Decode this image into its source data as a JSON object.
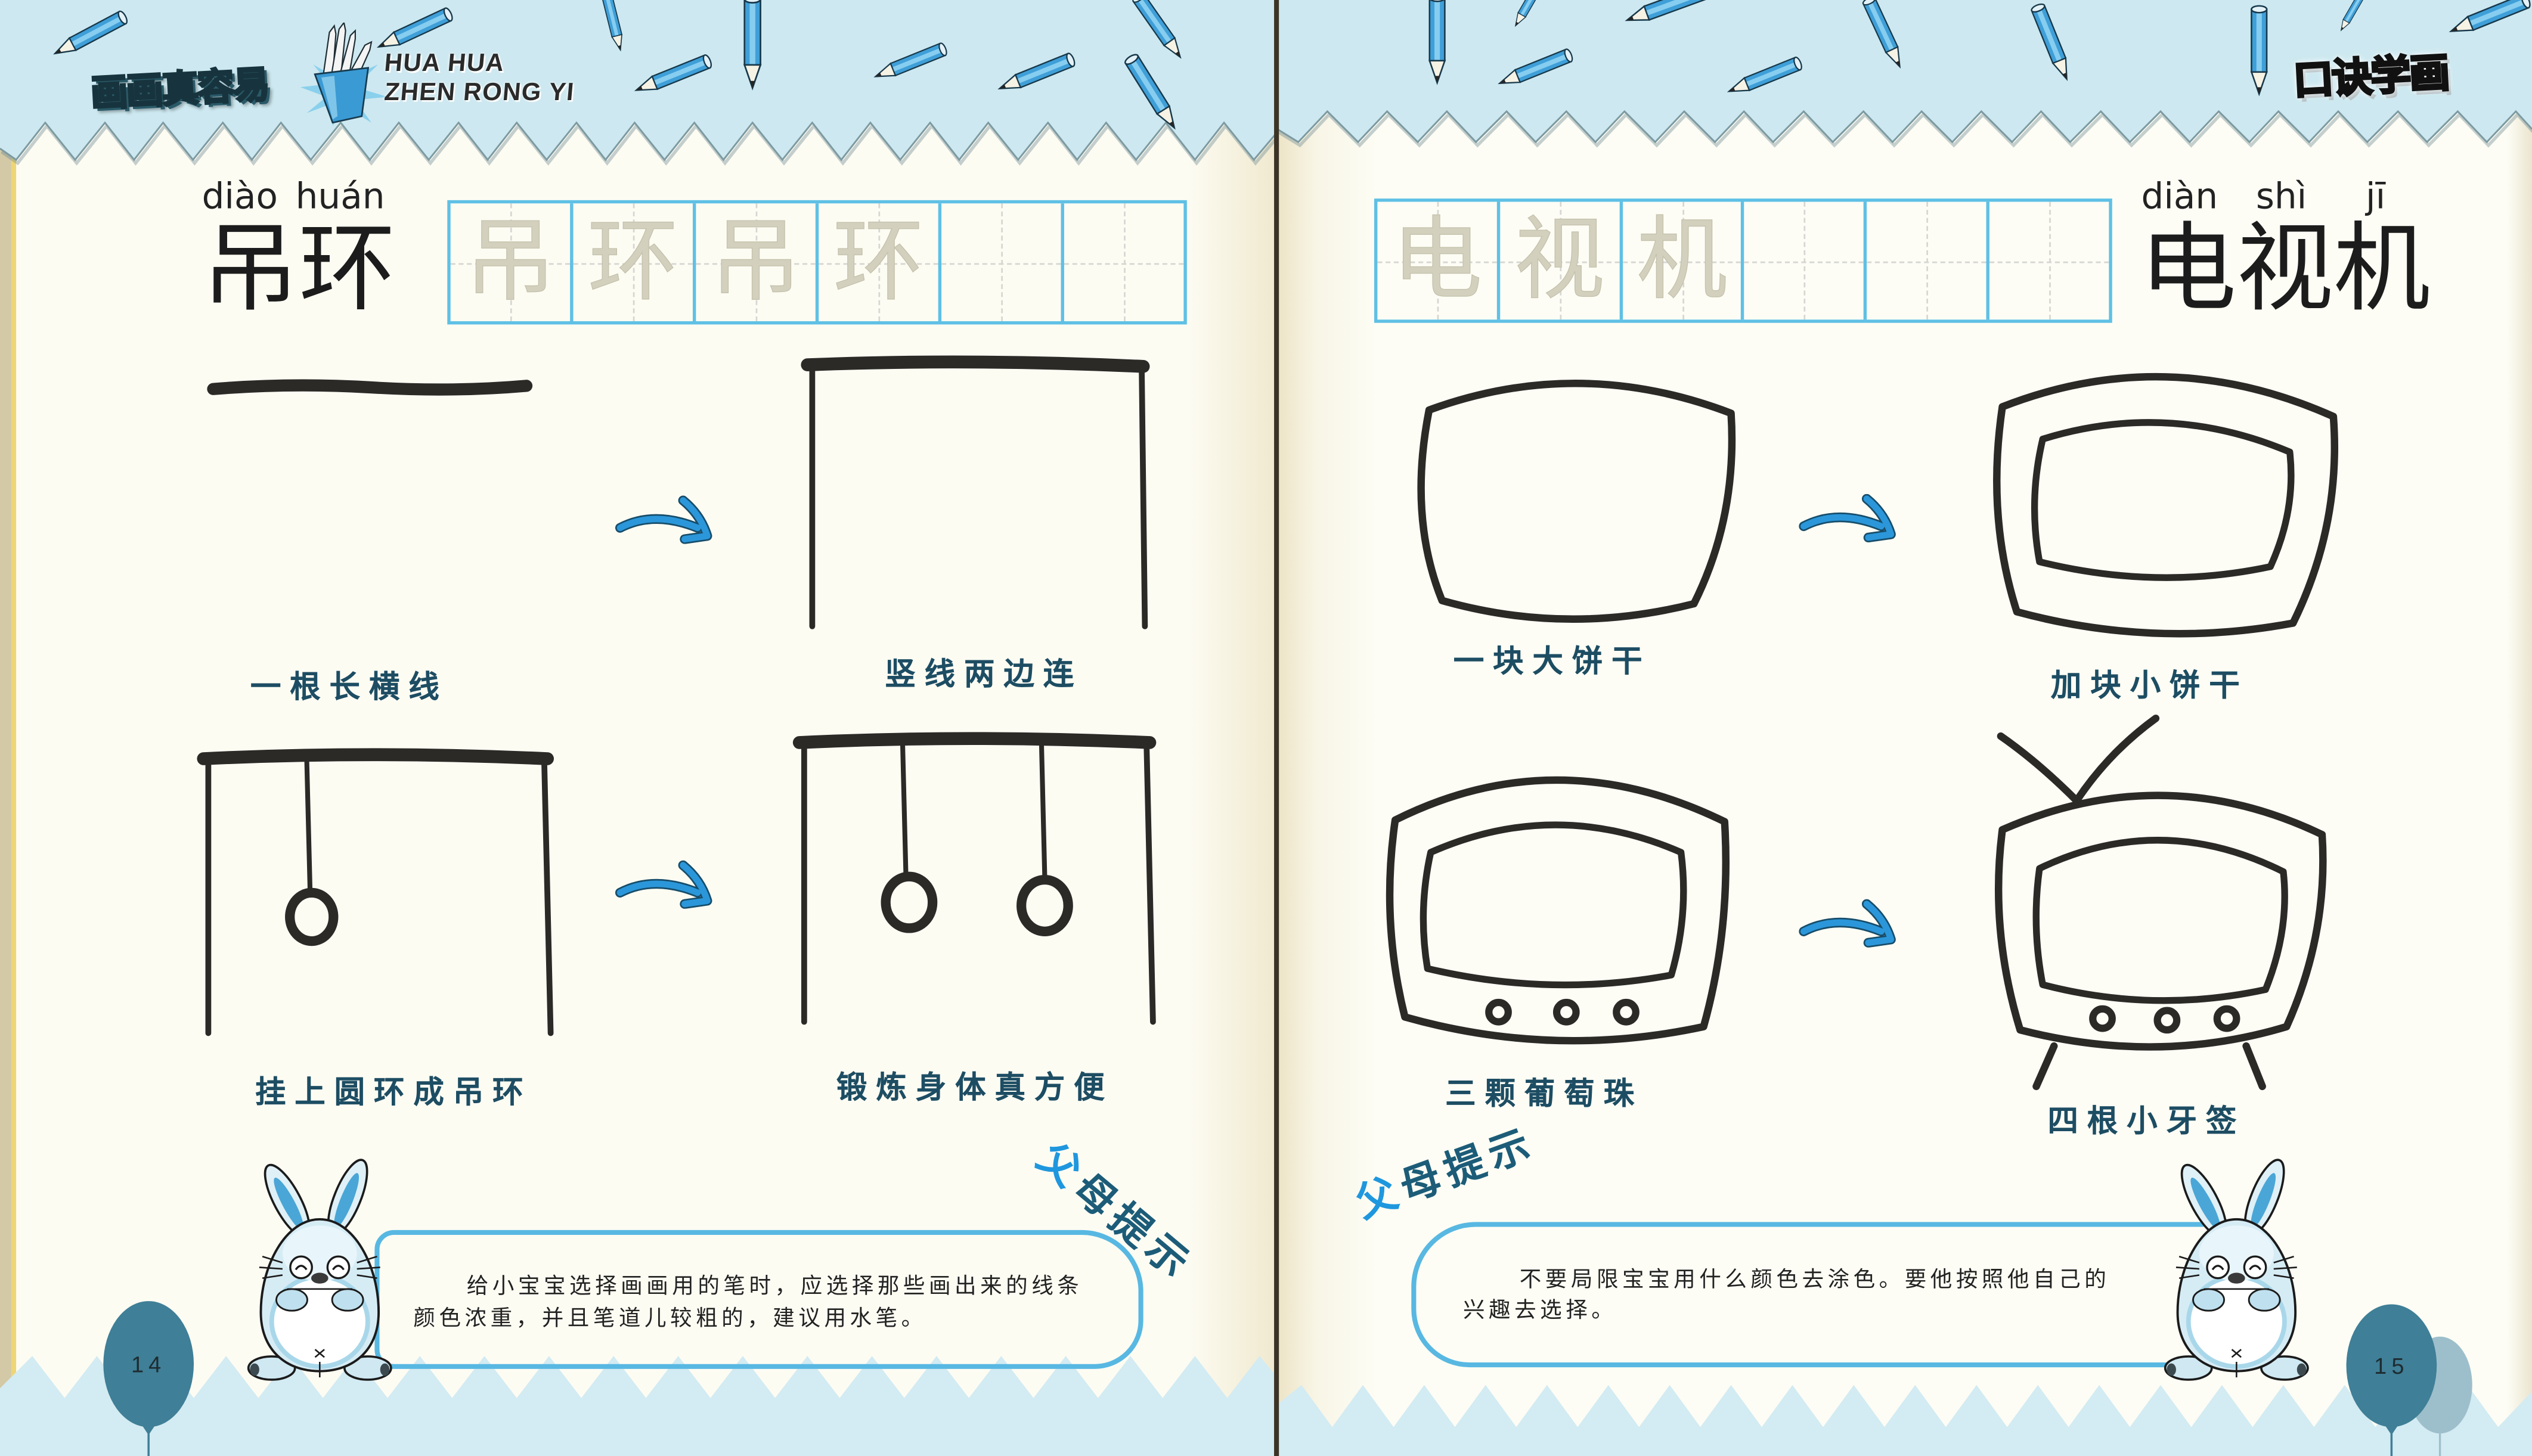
{
  "left_page": {
    "header": {
      "logo_cn": "画画真容易",
      "logo_en": [
        "HUA HUA",
        "ZHEN RONG YI"
      ]
    },
    "lesson": {
      "pinyin": [
        "diào",
        "huán"
      ],
      "title": "吊环",
      "practice_chars": [
        "吊",
        "环",
        "吊",
        "环",
        "",
        ""
      ]
    },
    "steps": [
      {
        "caption": "一根长横线"
      },
      {
        "caption": "竖线两边连"
      },
      {
        "caption": "挂上圆环成吊环"
      },
      {
        "caption": "锻炼身体真方便"
      }
    ],
    "tip": {
      "label": "父母提示",
      "lines": [
        "给小宝宝选择画画用的笔时，应选择那些画出来的线条",
        "颜色浓重，并且笔道儿较粗的，建议用水笔。"
      ]
    },
    "page_number": "14"
  },
  "right_page": {
    "header": {
      "badge": "口诀学画"
    },
    "lesson": {
      "pinyin": [
        "diàn",
        "shì",
        "jī"
      ],
      "title": "电视机",
      "practice_chars": [
        "电",
        "视",
        "机",
        "",
        "",
        ""
      ]
    },
    "steps": [
      {
        "caption": "一块大饼干"
      },
      {
        "caption": "加块小饼干"
      },
      {
        "caption": "三颗葡萄珠"
      },
      {
        "caption": "四根小牙签"
      }
    ],
    "tip": {
      "label": "父母提示",
      "lines": [
        "不要局限宝宝用什么颜色去涂色。要他按照他自己的",
        "兴趣去选择。"
      ]
    },
    "page_number": "15"
  },
  "colors": {
    "header_band": "#cde8f0",
    "accent_blue": "#2b97da",
    "caption_teal": "#1d4d63",
    "grid_border": "#5fc0e5",
    "balloon": "#3f7f97",
    "ink": "#2b2a27",
    "paper": "#fdfcf3"
  },
  "icons": {
    "header_decor": "pencil",
    "logo_icon": "pencil-cup",
    "step_arrow": "curved-arrow",
    "mascot": "rabbit",
    "page_marker": "balloon"
  }
}
